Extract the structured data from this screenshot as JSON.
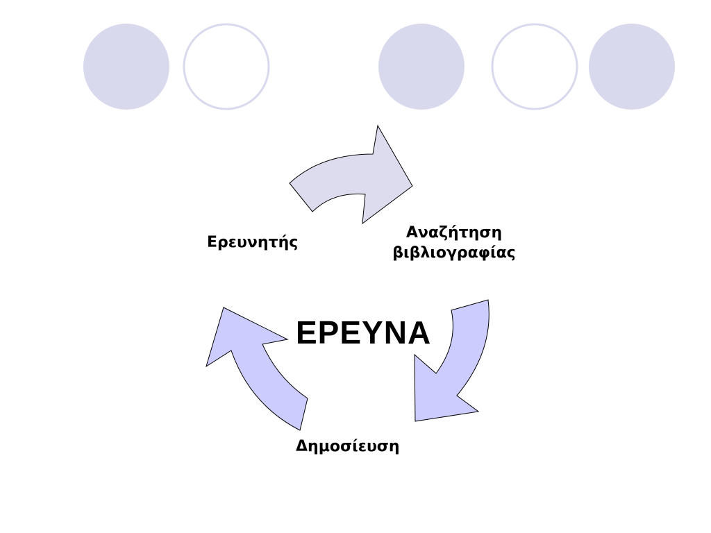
{
  "diagram": {
    "center_title": "ΕΡΕΥΝΑ",
    "nodes": {
      "researcher": "Ερευνητής",
      "literature_search_line1": "Αναζήτηση",
      "literature_search_line2": "βιβλιογραφίας",
      "publication": "Δημοσίευση"
    }
  },
  "colors": {
    "circle_fill": "#d9d9ee",
    "circle_outline": "#d9d9ee",
    "arrow_top_fill": "#dcdcee",
    "arrow_fill": "#ccccff",
    "arrow_stroke": "#000000",
    "text": "#000000",
    "background": "#ffffff"
  }
}
